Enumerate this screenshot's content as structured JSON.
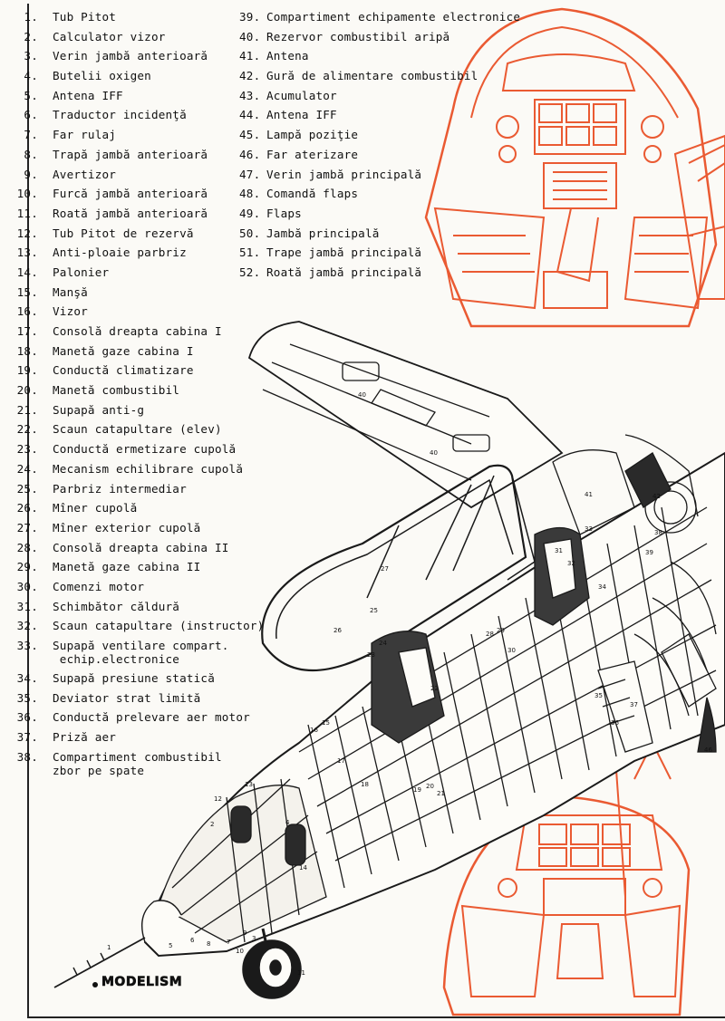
{
  "legend_left": [
    {
      "n": "1.",
      "t": "Tub Pitot"
    },
    {
      "n": "2.",
      "t": "Calculator vizor"
    },
    {
      "n": "3.",
      "t": "Verin jambă anterioară"
    },
    {
      "n": "4.",
      "t": "Butelii oxigen"
    },
    {
      "n": "5.",
      "t": "Antena IFF"
    },
    {
      "n": "6.",
      "t": "Traductor incidenţă"
    },
    {
      "n": "7.",
      "t": "Far rulaj"
    },
    {
      "n": "8.",
      "t": "Trapă jambă anterioară"
    },
    {
      "n": "9.",
      "t": "Avertizor"
    },
    {
      "n": "10.",
      "t": "Furcă jambă anterioară"
    },
    {
      "n": "11.",
      "t": "Roată jambă anterioară"
    },
    {
      "n": "12.",
      "t": "Tub Pitot de rezervă"
    },
    {
      "n": "13.",
      "t": "Anti-ploaie parbriz"
    },
    {
      "n": "14.",
      "t": "Palonier"
    },
    {
      "n": "15.",
      "t": "Manşă"
    },
    {
      "n": "16.",
      "t": "Vizor"
    },
    {
      "n": "17.",
      "t": "Consolă dreapta cabina I"
    },
    {
      "n": "18.",
      "t": "Manetă gaze cabina I"
    },
    {
      "n": "19.",
      "t": "Conductă climatizare"
    },
    {
      "n": "20.",
      "t": "Manetă combustibil"
    },
    {
      "n": "21.",
      "t": "Supapă anti-g"
    },
    {
      "n": "22.",
      "t": "Scaun catapultare (elev)"
    },
    {
      "n": "23.",
      "t": "Conductă ermetizare cupolă"
    },
    {
      "n": "24.",
      "t": "Mecanism echilibrare cupolă"
    },
    {
      "n": "25.",
      "t": "Parbriz intermediar"
    },
    {
      "n": "26.",
      "t": "Mîner cupolă"
    },
    {
      "n": "27.",
      "t": "Mîner exterior cupolă"
    },
    {
      "n": "28.",
      "t": "Consolă dreapta cabina II"
    },
    {
      "n": "29.",
      "t": "Manetă gaze cabina II"
    },
    {
      "n": "30.",
      "t": "Comenzi motor"
    },
    {
      "n": "31.",
      "t": "Schimbător căldură"
    },
    {
      "n": "32.",
      "t": "Scaun catapultare (instructor)"
    },
    {
      "n": "33.",
      "t": "Supapă ventilare compart.\n echip.electronice"
    },
    {
      "n": "34.",
      "t": "Supapă presiune statică"
    },
    {
      "n": "35.",
      "t": "Deviator strat limită"
    },
    {
      "n": "36.",
      "t": "Conductă prelevare aer motor"
    },
    {
      "n": "37.",
      "t": "Priză aer"
    },
    {
      "n": "38.",
      "t": "Compartiment combustibil\nzbor pe spate"
    }
  ],
  "legend_right": [
    {
      "n": "39.",
      "t": "Compartiment echipamente electronice"
    },
    {
      "n": "40.",
      "t": "Rezervor combustibil aripă"
    },
    {
      "n": "41.",
      "t": "Antena"
    },
    {
      "n": "42.",
      "t": "Gură de alimentare combustibil"
    },
    {
      "n": "43.",
      "t": "Acumulator"
    },
    {
      "n": "44.",
      "t": "Antena IFF"
    },
    {
      "n": "45.",
      "t": "Lampă poziţie"
    },
    {
      "n": "46.",
      "t": "Far aterizare"
    },
    {
      "n": "47.",
      "t": "Verin jambă principală"
    },
    {
      "n": "48.",
      "t": "Comandă flaps"
    },
    {
      "n": "49.",
      "t": "Flaps"
    },
    {
      "n": "50.",
      "t": "Jambă principală"
    },
    {
      "n": "51.",
      "t": "Trape jambă principală"
    },
    {
      "n": "52.",
      "t": "Roată jambă principală"
    }
  ],
  "callouts": [
    "1",
    "2",
    "3",
    "4",
    "5",
    "6",
    "7",
    "8",
    "9",
    "10",
    "11",
    "12",
    "13",
    "14",
    "15",
    "16",
    "17",
    "18",
    "19",
    "20",
    "21",
    "22",
    "23",
    "24",
    "25",
    "26",
    "27",
    "28",
    "29",
    "30",
    "31",
    "32",
    "33",
    "34",
    "35",
    "36",
    "37",
    "38",
    "39",
    "40",
    "40",
    "41",
    "42",
    "46"
  ],
  "brand": "MODELISM",
  "colors": {
    "ink": "#1a1a1a",
    "accent": "#ea5a32",
    "paper": "#fbfaf6"
  }
}
